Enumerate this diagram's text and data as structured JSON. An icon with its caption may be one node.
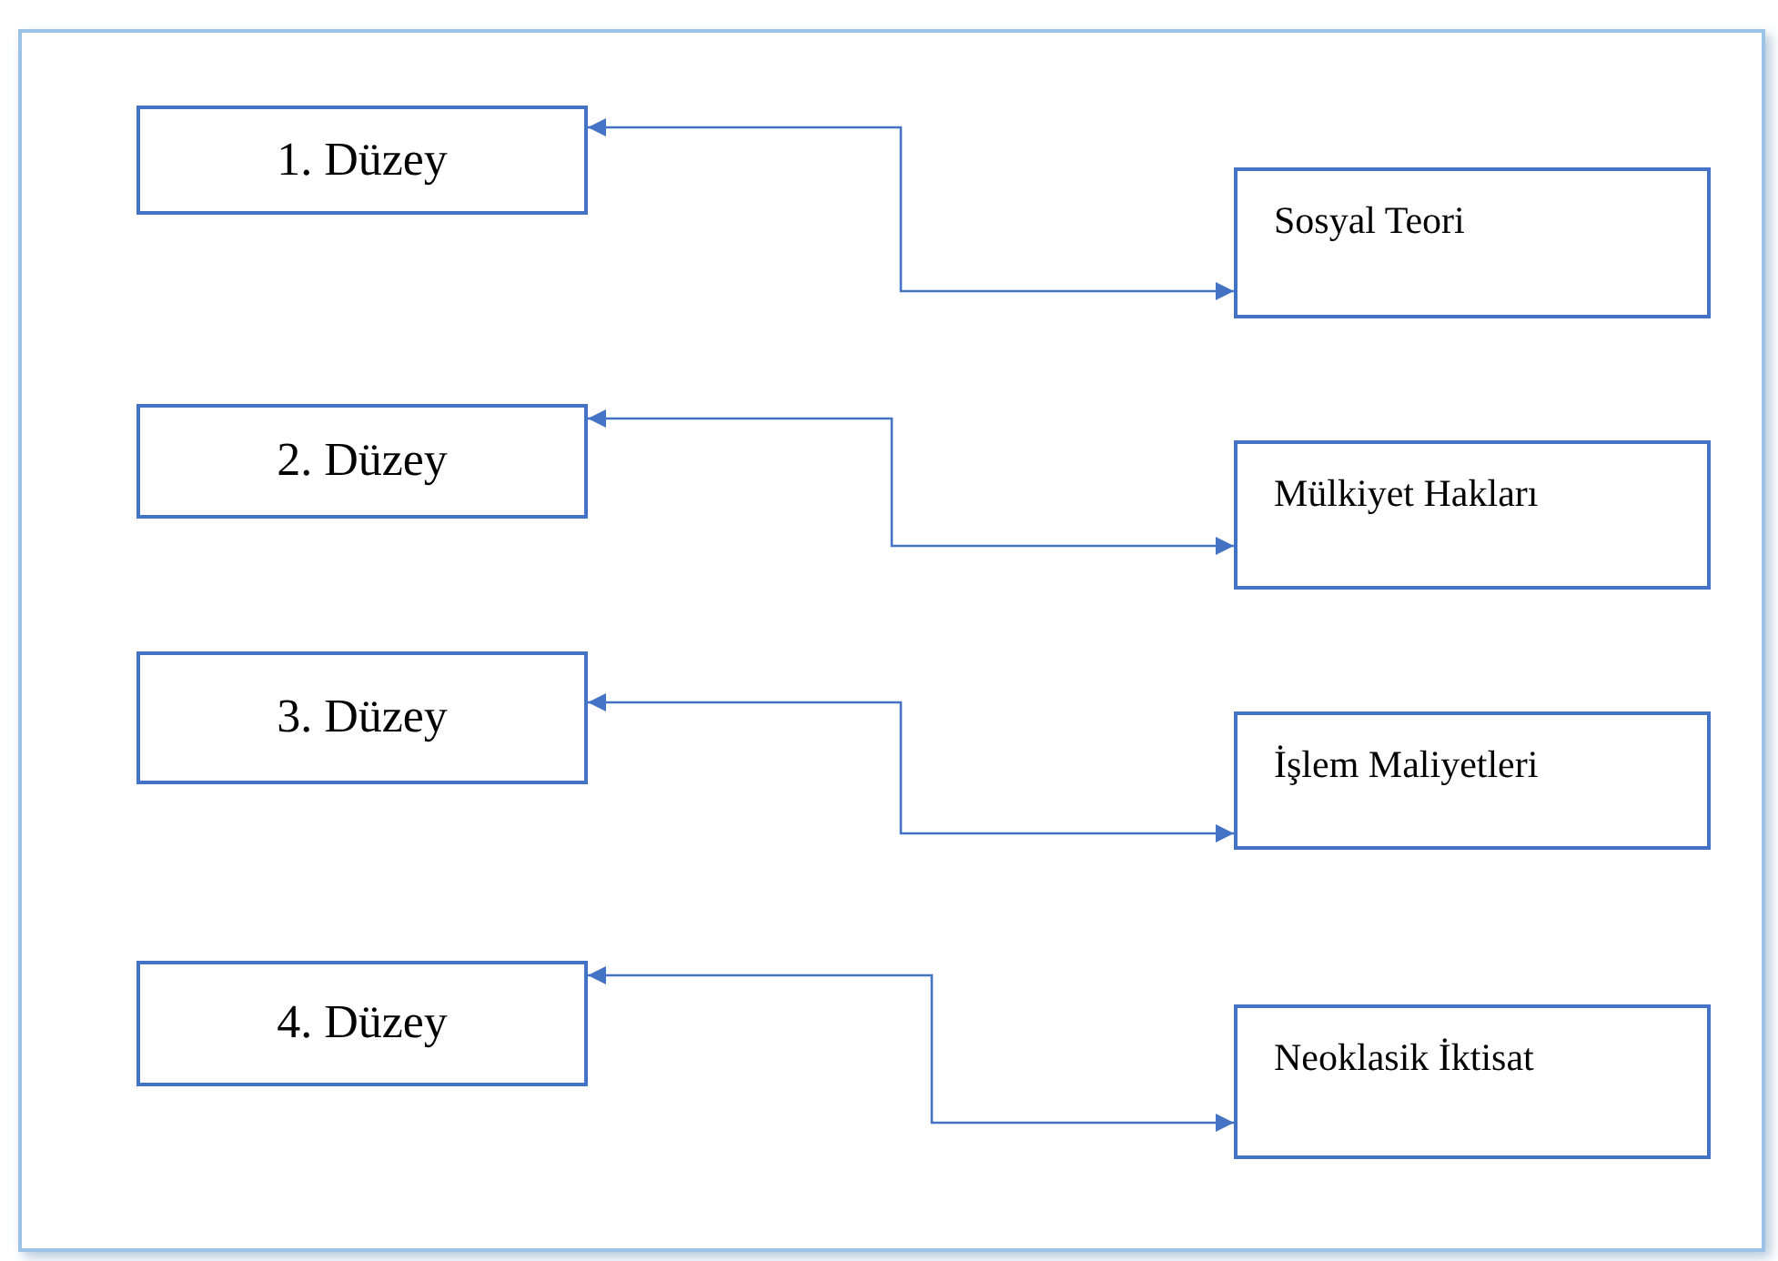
{
  "diagram": {
    "nodes": [
      {
        "text": [
          "1. Düzey"
        ]
      },
      {
        "text": [
          "Sosyal Teori"
        ]
      },
      {
        "text": [
          "2. Düzey"
        ]
      },
      {
        "text": [
          "Mülkiyet Hakları"
        ]
      },
      {
        "text": [
          "3. Düzey"
        ]
      },
      {
        "text": [
          "İşlem Maliyetleri"
        ]
      },
      {
        "text": [
          "4. Düzey"
        ]
      },
      {
        "text": [
          "Neoklasik İktisat"
        ]
      }
    ],
    "edges": [
      {
        "from": 0,
        "to": 1,
        "arrow": "both"
      },
      {
        "from": 2,
        "to": 3,
        "arrow": "both"
      },
      {
        "from": 4,
        "to": 5,
        "arrow": "both"
      },
      {
        "from": 6,
        "to": 7,
        "arrow": "both"
      }
    ]
  }
}
